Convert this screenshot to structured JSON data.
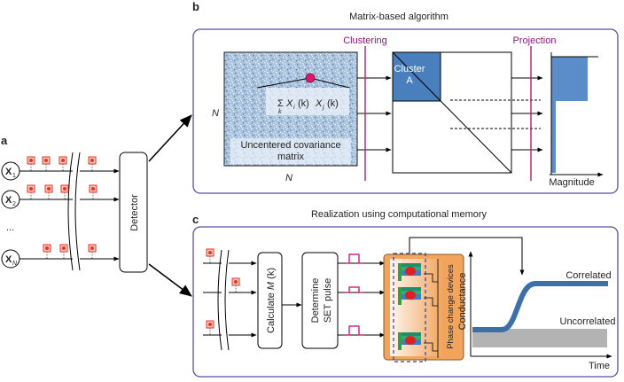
{
  "panels": {
    "a": {
      "letter": "a"
    },
    "b": {
      "letter": "b",
      "title": "Matrix-based algorithm"
    },
    "c": {
      "letter": "c",
      "title": "Realization using computational memory"
    }
  },
  "panel_a": {
    "inputs": [
      {
        "symbol": "X",
        "sub": "1"
      },
      {
        "symbol": "X",
        "sub": "2"
      },
      {
        "symbol": "X",
        "sub": "N"
      }
    ],
    "ellipsis": "...",
    "detector_label": "Detector"
  },
  "panel_b": {
    "dimension_label": "N",
    "cov_formula_sigma": "Σ",
    "cov_formula_index": "k",
    "cov_formula_main": "X",
    "cov_formula_i": "i",
    "cov_formula_k1": "(k)",
    "cov_formula_j": "j",
    "cov_formula_k2": "(k)",
    "cov_matrix_line1": "Uncentered covariance",
    "cov_matrix_line2": "matrix",
    "clustering_label": "Clustering",
    "projection_label": "Projection",
    "cluster_line1": "Cluster",
    "cluster_line2": "A",
    "magnitude_label": "Magnitude"
  },
  "panel_c": {
    "calc_prefix": "Calculate ",
    "calc_symbol": "M",
    "calc_suffix": " (k)",
    "determine_line1": "Determine",
    "determine_line2": "SET pulse",
    "devices_label": "Phase change devices",
    "y_axis_label": "Conductance",
    "x_axis_label": "Time",
    "correlated_label": "Correlated",
    "uncorrelated_label": "Uncorrelated"
  },
  "colors": {
    "panel_border": "#5a4ea6",
    "clustering_line": "#b0206a",
    "cluster_fill": "#4a7fbd",
    "magnitude_fill": "#5b8dc9",
    "spike": "#e8322a",
    "pulse": "#d6287e",
    "device_box": "#f2a45c",
    "correlated_curve": "#3d6fa8",
    "uncorrelated_band": "#b3b3b3"
  }
}
